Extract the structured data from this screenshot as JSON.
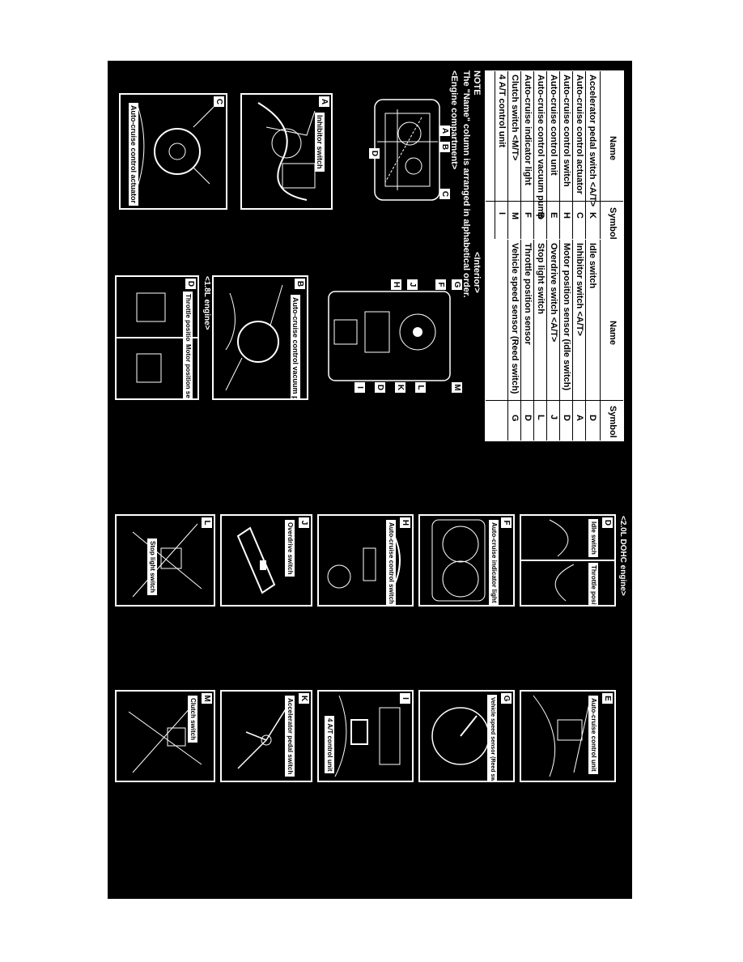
{
  "table_left": {
    "header_name": "Name",
    "header_symbol": "Symbol",
    "rows": [
      {
        "name": "Accelerator pedal switch <A/T>",
        "symbol": "K"
      },
      {
        "name": "Auto-cruise control actuator",
        "symbol": "C"
      },
      {
        "name": "Auto-cruise control switch",
        "symbol": "H"
      },
      {
        "name": "Auto-cruise control unit",
        "symbol": "E"
      },
      {
        "name": "Auto-cruise control vacuum pump",
        "symbol": "B"
      },
      {
        "name": "Auto-cruise indicator light",
        "symbol": "F"
      },
      {
        "name": "Clutch switch <M/T>",
        "symbol": "M"
      },
      {
        "name": "4 A/T control unit",
        "symbol": "I"
      }
    ]
  },
  "table_right": {
    "header_name": "Name",
    "header_symbol": "Symbol",
    "rows": [
      {
        "name": "Idle switch",
        "symbol": "D"
      },
      {
        "name": "Inhibitor switch <A/T>",
        "symbol": "A"
      },
      {
        "name": "Motor position sensor (idle switch)",
        "symbol": "D"
      },
      {
        "name": "Overdrive switch <A/T>",
        "symbol": "J"
      },
      {
        "name": "Stop light switch",
        "symbol": "L"
      },
      {
        "name": "Throttle position sensor",
        "symbol": "D"
      },
      {
        "name": "Vehicle speed sensor (Reed switch)",
        "symbol": "G"
      }
    ]
  },
  "note": {
    "line1": "NOTE",
    "line2": "The \"Name\" column is arranged in alphabetical order."
  },
  "section_engine": "<Engine compartment>",
  "section_interior": "<Interior>",
  "engine_callouts": [
    "A",
    "B",
    "C",
    "D"
  ],
  "interior_callouts": [
    "G",
    "F",
    "J",
    "H",
    "M",
    "L",
    "K",
    "D",
    "I"
  ],
  "panels": {
    "A": {
      "letter": "A",
      "label": "Inhibitor switch"
    },
    "C": {
      "letter": "C",
      "label": "Auto-cruise control actuator"
    },
    "B": {
      "letter": "B",
      "label": "Auto-cruise control vacuum pump"
    },
    "D18": {
      "letter": "D",
      "title": "<1.8L engine>",
      "label1": "Throttle position sensor",
      "label2": "Motor position sensor"
    },
    "D20": {
      "letter": "D",
      "title": "<2.0L DOHC engine>",
      "label1": "Idle switch",
      "label2": "Throttle position sensor"
    },
    "F": {
      "letter": "F",
      "label": "Auto-cruise indicator light"
    },
    "H": {
      "letter": "H",
      "label": "Auto-cruise control switch"
    },
    "J": {
      "letter": "J",
      "label": "Overdrive switch"
    },
    "L": {
      "letter": "L",
      "label": "Stop light switch"
    },
    "E": {
      "letter": "E",
      "label": "Auto-cruise control unit"
    },
    "G": {
      "letter": "G",
      "label": "Vehicle speed sensor (Reed switch)"
    },
    "I": {
      "letter": "I",
      "label": "4 A/T control unit"
    },
    "K": {
      "letter": "K",
      "label": "Accelerator pedal switch"
    },
    "M": {
      "letter": "M",
      "label": "Clutch switch"
    }
  }
}
